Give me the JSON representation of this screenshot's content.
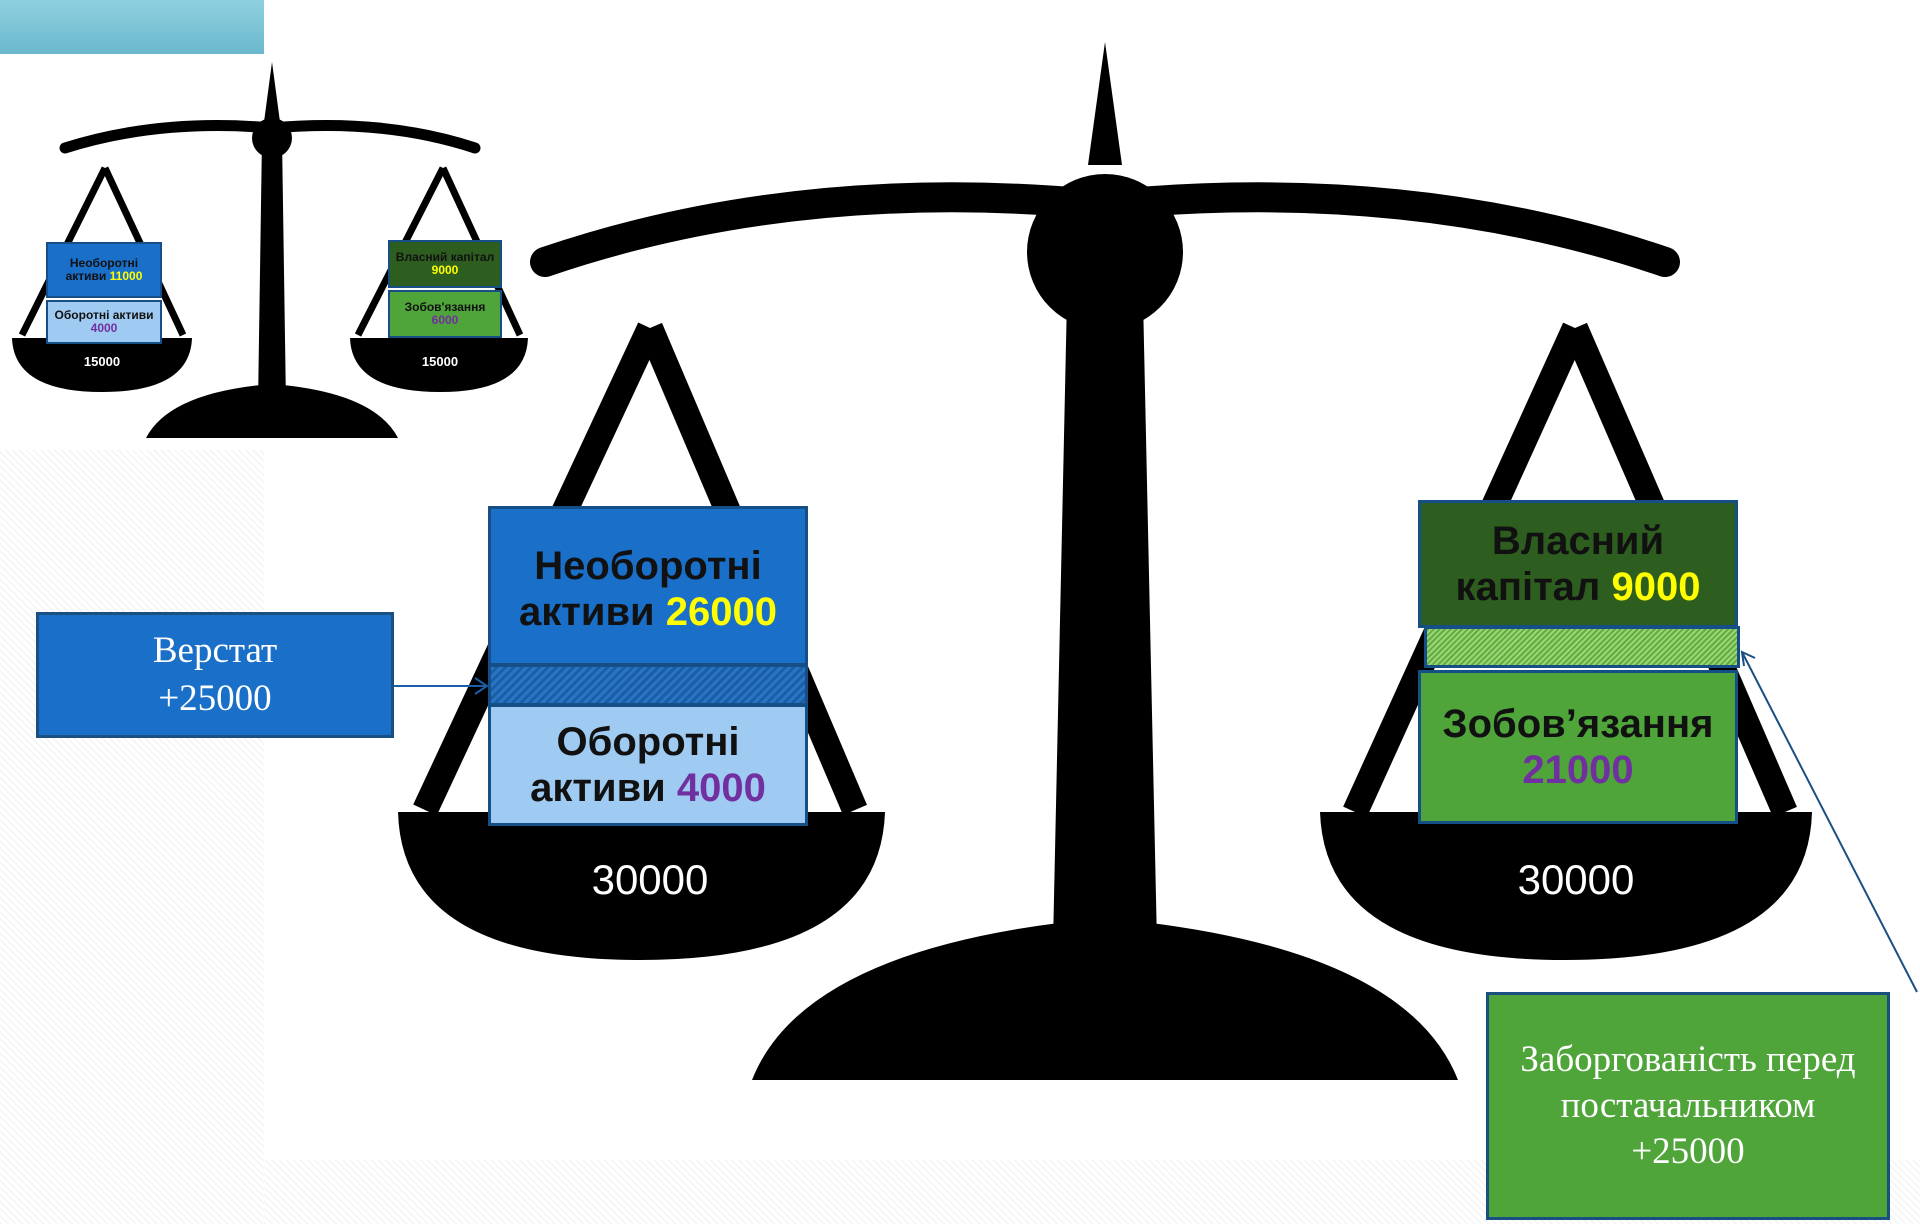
{
  "mini_scale": {
    "left": {
      "fixed_assets": {
        "label": "Необоротні активи",
        "value": "11000"
      },
      "current_assets": {
        "label": "Оборотні активи",
        "value": "4000"
      },
      "total": "15000"
    },
    "right": {
      "equity": {
        "label": "Власний капітал",
        "value": "9000"
      },
      "liabilities": {
        "label": "Зобов'язання",
        "value": "6000"
      },
      "total": "15000"
    }
  },
  "main_scale": {
    "left": {
      "fixed_assets": {
        "label": "Необоротні активи",
        "value": "26000"
      },
      "current_assets": {
        "label": "Оборотні активи",
        "value": "4000"
      },
      "total": "30000"
    },
    "right": {
      "equity": {
        "label": "Власний капітал",
        "value": "9000"
      },
      "liabilities": {
        "label": "Зобов’язання",
        "value": "21000"
      },
      "total": "30000"
    }
  },
  "callouts": {
    "machine": {
      "label": "Верстат",
      "amount": "+25000"
    },
    "supplier_debt": {
      "label": "Заборгованість перед постачальником",
      "amount": "+25000"
    }
  },
  "colors": {
    "fixed_assets_bg": "#1a6fc9",
    "current_assets_bg": "#9fcbf2",
    "equity_bg": "#2e5e1f",
    "liabilities_bg": "#4fa43a",
    "highlight_yellow": "#ffff00",
    "highlight_purple": "#7030a0",
    "callout_blue": "#1a6fc9",
    "callout_green": "#4fa43a"
  }
}
